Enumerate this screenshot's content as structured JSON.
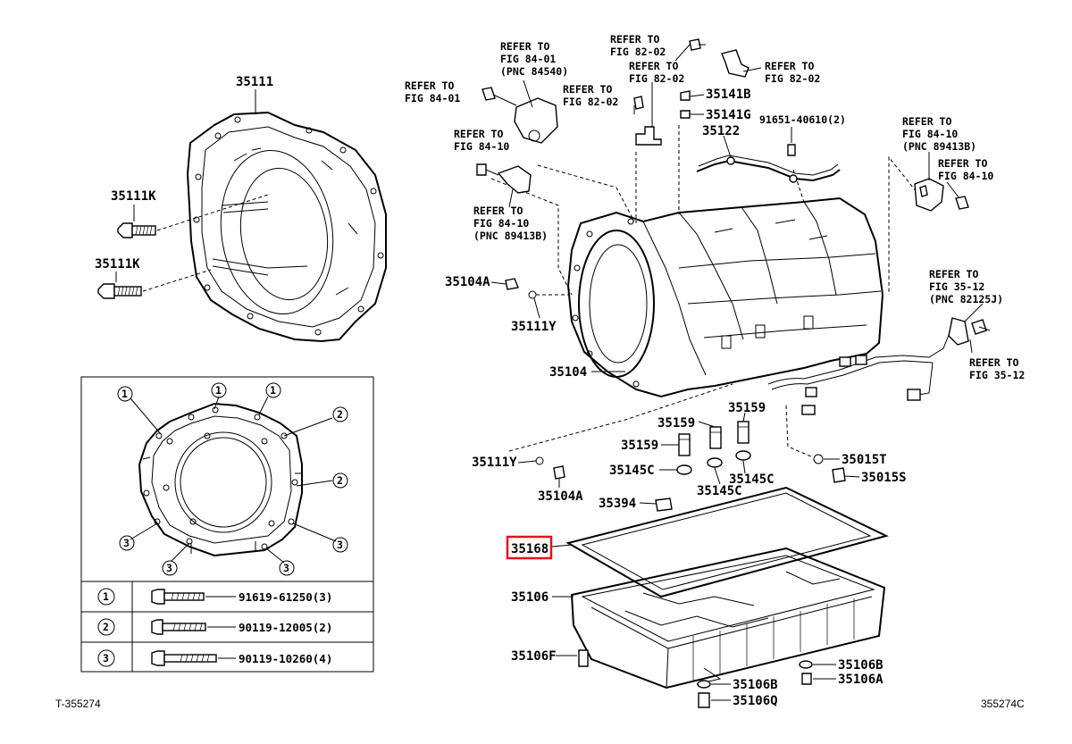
{
  "highlight_color": "#e8101b",
  "corner": {
    "left": "T-355274",
    "right": "355274C"
  },
  "parts": {
    "p35111": "35111",
    "p35111K_a": "35111K",
    "p35111K_b": "35111K",
    "p35104A_a": "35104A",
    "p35104A_b": "35104A",
    "p35111Y_a": "35111Y",
    "p35111Y_b": "35111Y",
    "p35104": "35104",
    "p35141B": "35141B",
    "p35141G": "35141G",
    "p91651": "91651-40610(2)",
    "p35122": "35122",
    "p35159_a": "35159",
    "p35159_b": "35159",
    "p35159_c": "35159",
    "p35145C_a": "35145C",
    "p35145C_b": "35145C",
    "p35145C_c": "35145C",
    "p35015T": "35015T",
    "p35015S": "35015S",
    "p35394": "35394",
    "p35168": "35168",
    "p35106": "35106",
    "p35106F": "35106F",
    "p35106B_a": "35106B",
    "p35106A": "35106A",
    "p35106B_b": "35106B",
    "p35106Q": "35106Q"
  },
  "refs": {
    "r1": [
      "REFER TO",
      "FIG 84-01",
      "(PNC 84540)"
    ],
    "r2": [
      "REFER TO",
      "FIG 82-02"
    ],
    "r3": [
      "REFER TO",
      "FIG 84-01"
    ],
    "r4": [
      "REFER TO",
      "FIG 82-02"
    ],
    "r5": [
      "REFER TO",
      "FIG 82-02"
    ],
    "r6": [
      "REFER TO",
      "FIG 82-02"
    ],
    "r7": [
      "REFER TO",
      "FIG 84-10"
    ],
    "r8": [
      "REFER TO",
      "FIG 84-10",
      "(PNC 89413B)"
    ],
    "r9": [
      "REFER TO",
      "FIG 84-10",
      "(PNC 89413B)"
    ],
    "r10": [
      "REFER TO",
      "FIG 84-10"
    ],
    "r11": [
      "REFER TO",
      "FIG 35-12",
      "(PNC 82125J)"
    ],
    "r12": [
      "REFER TO",
      "FIG 35-12"
    ]
  },
  "legend": {
    "rows": [
      {
        "num": "1",
        "part": "91619-61250(3)"
      },
      {
        "num": "2",
        "part": "90119-12005(2)"
      },
      {
        "num": "3",
        "part": "90119-10260(4)"
      }
    ],
    "callouts": [
      "1",
      "1",
      "1",
      "2",
      "2",
      "3",
      "3",
      "3",
      "3"
    ]
  }
}
